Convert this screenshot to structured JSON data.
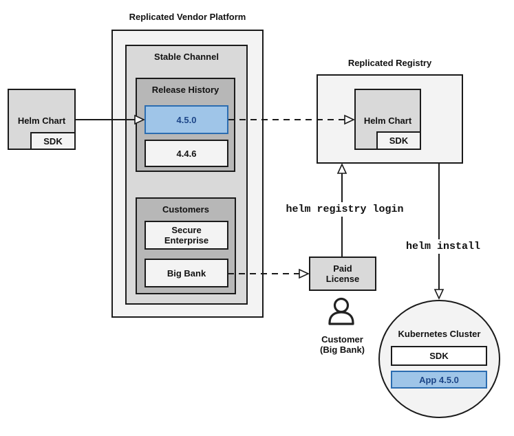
{
  "colors": {
    "container_light": "#f3f3f3",
    "container_medium": "#d9d9d9",
    "container_dark": "#b7b7b7",
    "highlight_fill": "#9fc5e8",
    "highlight_border": "#2b6cb0",
    "highlight_text": "#1c4587",
    "line": "#1a1a1a"
  },
  "vendor_platform": {
    "title": "Replicated Vendor Platform",
    "stable_channel": {
      "title": "Stable Channel",
      "release_history": {
        "title": "Release History",
        "releases": [
          {
            "version": "4.5.0",
            "highlighted": true
          },
          {
            "version": "4.4.6",
            "highlighted": false
          }
        ]
      },
      "customers": {
        "title": "Customers",
        "items": [
          {
            "name": "Secure Enterprise"
          },
          {
            "name": "Big Bank"
          }
        ]
      }
    }
  },
  "vendor_chart": {
    "label": "Helm Chart",
    "sdk": "SDK"
  },
  "registry": {
    "title": "Replicated Registry",
    "chart_label": "Helm Chart",
    "sdk": "SDK"
  },
  "paid_license": {
    "line1": "Paid",
    "line2": "License"
  },
  "customer": {
    "line1": "Customer",
    "line2": "(Big Bank)"
  },
  "cluster": {
    "title": "Kubernetes Cluster",
    "sdk": "SDK",
    "app": "App 4.5.0"
  },
  "commands": {
    "registry_login": "helm registry login",
    "install": "helm install"
  }
}
